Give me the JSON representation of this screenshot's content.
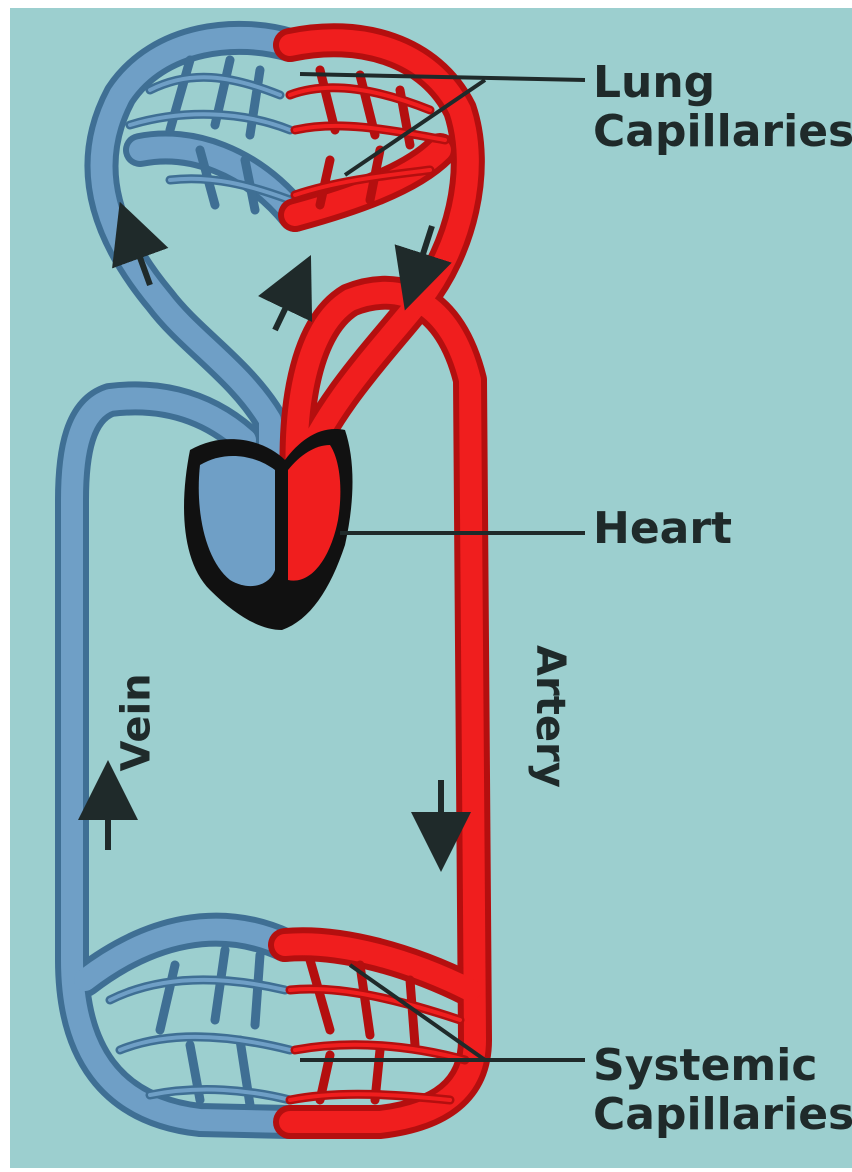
{
  "labels": {
    "lung_line1": "Lung",
    "lung_line2": "Capillaries",
    "heart": "Heart",
    "artery": "Artery",
    "vein": "Vein",
    "systemic_line1": "Systemic",
    "systemic_line2": "Capillaries"
  },
  "colors": {
    "background": "#9ccfcf",
    "deoxygenated": "#6f9fc6",
    "deoxygenated_outline": "#3f6f94",
    "oxygenated": "#f01e1e",
    "oxygenated_outline": "#b40f0f",
    "heart_wall": "#111111",
    "text": "#1f2a2a"
  },
  "icons": [
    "up-arrow-icon",
    "down-arrow-icon"
  ]
}
